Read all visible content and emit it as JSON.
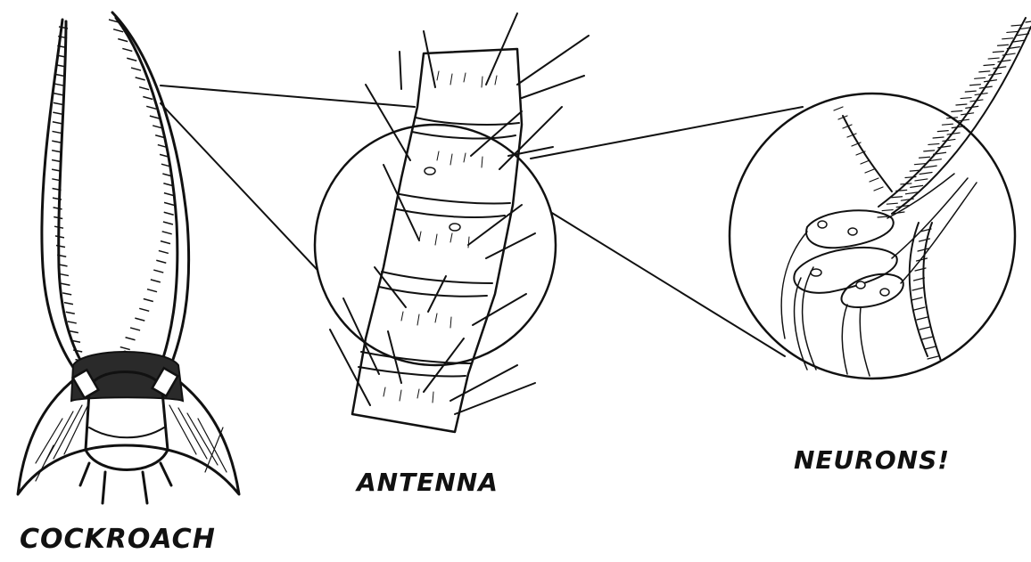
{
  "labels": {
    "cockroach": "COCKROACH",
    "antenna": "ANTENNA",
    "neurons": "NEURONS!"
  },
  "colors": {
    "ink": "#111111",
    "background": "#ffffff"
  }
}
